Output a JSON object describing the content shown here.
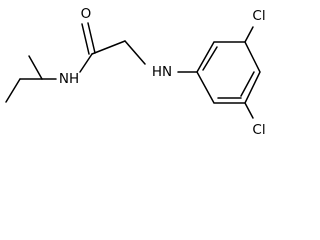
{
  "molecule": {
    "atoms": {
      "carbonyl_oxygen": "O",
      "amide_nitrogen": "NH",
      "amine_nitrogen": "HN",
      "chlorine_top": "Cl",
      "chlorine_bottom": "Cl"
    }
  },
  "colors": {
    "bond": "#000000",
    "text": "#000000",
    "background": "#ffffff"
  }
}
